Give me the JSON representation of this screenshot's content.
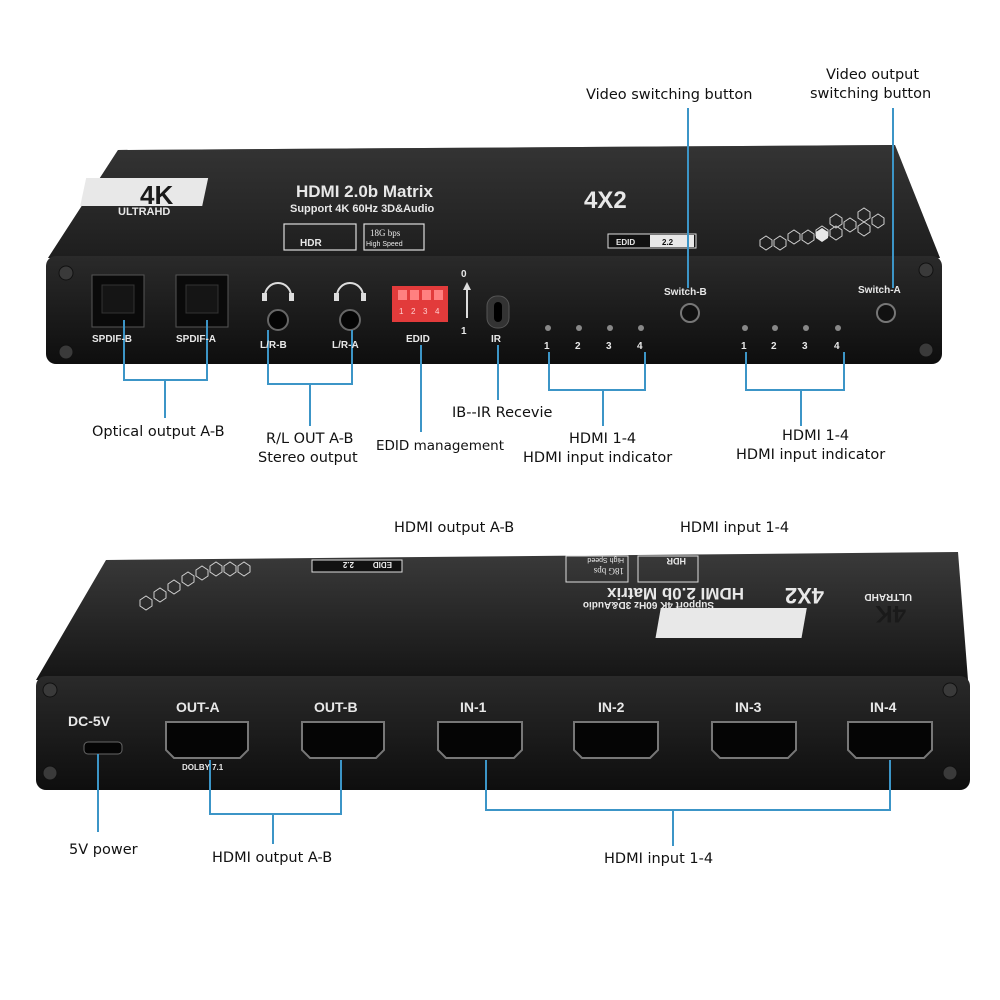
{
  "top_device": {
    "brand_badge": "4K",
    "brand_sub": "ULTRAHD",
    "title": "HDMI 2.0b Matrix",
    "subtitle": "Support 4K 60Hz 3D&Audio",
    "model": "4X2",
    "badge_4k_hdr": "HDR",
    "badge_bandwidth": "18G bps",
    "badge_speed": "High Speed",
    "edid_label": "EDID",
    "edid_version": "2.2",
    "ports": {
      "spdif_b": "SPDIF-B",
      "spdif_a": "SPDIF-A",
      "lr_b": "L/R-B",
      "lr_a": "L/R-A",
      "edid": "EDID",
      "ir": "IR",
      "switch_b": "Switch-B",
      "switch_a": "Switch-A",
      "dip_numbers": [
        "1",
        "2",
        "3",
        "4"
      ],
      "dip_top": "0",
      "dip_bottom": "1",
      "indicators_b": [
        "1",
        "2",
        "3",
        "4"
      ],
      "indicators_a": [
        "1",
        "2",
        "3",
        "4"
      ]
    }
  },
  "bottom_device": {
    "brand_badge": "4K",
    "brand_sub": "ULTRAHD",
    "title": "HDMI 2.0b Matrix",
    "subtitle": "Support 4K 60Hz 3D&Audio",
    "model": "4X2",
    "edid_label": "EDID",
    "edid_version": "2.2",
    "badge_bandwidth": "18G bps",
    "badge_speed": "High Speed",
    "badge_4k_hdr": "HDR",
    "ports": {
      "dc": "DC-5V",
      "out_a": "OUT-A",
      "out_b": "OUT-B",
      "dolby": "DOLBY 7.1",
      "in1": "IN-1",
      "in2": "IN-2",
      "in3": "IN-3",
      "in4": "IN-4"
    }
  },
  "callouts": {
    "video_switching": "Video switching button",
    "video_output_switching_1": "Video output",
    "video_output_switching_2": "switching button",
    "optical": "Optical output A-B",
    "rl_out_1": "R/L OUT A-B",
    "rl_out_2": "Stereo output",
    "edid_mgmt": "EDID management",
    "ir_receive": "IB--IR Recevie",
    "hdmi_ind_b_1": "HDMI 1-4",
    "hdmi_ind_b_2": "HDMI input indicator",
    "hdmi_ind_a_1": "HDMI 1-4",
    "hdmi_ind_a_2": "HDMI input indicator",
    "hdmi_output_top": "HDMI output A-B",
    "hdmi_input_top": "HDMI input 1-4",
    "power": "5V power",
    "hdmi_output_bottom": "HDMI output A-B",
    "hdmi_input_bottom": "HDMI input 1-4"
  },
  "colors": {
    "device_body": "#1c1c1c",
    "device_top": "#2a2a2a",
    "callout_line": "#3c95c7",
    "dip_switch": "#e23b3b"
  }
}
